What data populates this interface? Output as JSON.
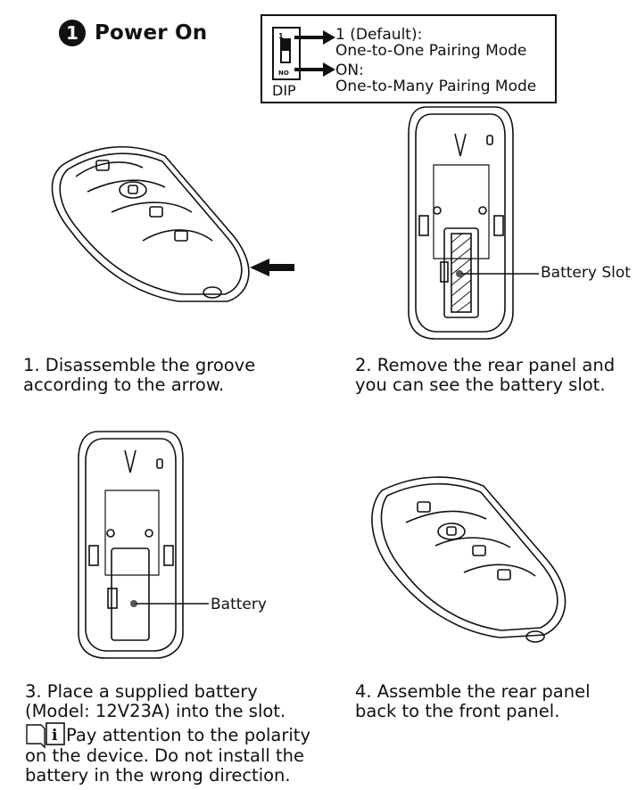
{
  "section": {
    "number": "1",
    "title": "Power On"
  },
  "dip_switch": {
    "top_mark": "1",
    "bottom_mark": "NO",
    "caption": "DIP",
    "position1_title": "1 (Default):",
    "position1_desc": "One-to-One Pairing Mode",
    "on_title": "ON:",
    "on_desc": "One-to-Many Pairing Mode"
  },
  "callouts": {
    "battery_slot": "Battery Slot",
    "battery": "Battery"
  },
  "steps": [
    {
      "line1": "1. Disassemble the groove",
      "line2": "according to the arrow."
    },
    {
      "line1": "2. Remove the rear panel and",
      "line2": "you can see the battery slot."
    },
    {
      "line1": "3. Place a supplied battery",
      "line2": "(Model: 12V23A) into the slot."
    },
    {
      "line1": "4. Assemble the rear panel",
      "line2": "back to the front panel."
    }
  ],
  "note": {
    "icon": "info-book-icon",
    "line1": "Pay attention to the polarity",
    "line2": "on the device. Do not install the",
    "line3": "battery in the wrong direction."
  },
  "colors": {
    "ink": "#111111",
    "background": "#ffffff"
  }
}
